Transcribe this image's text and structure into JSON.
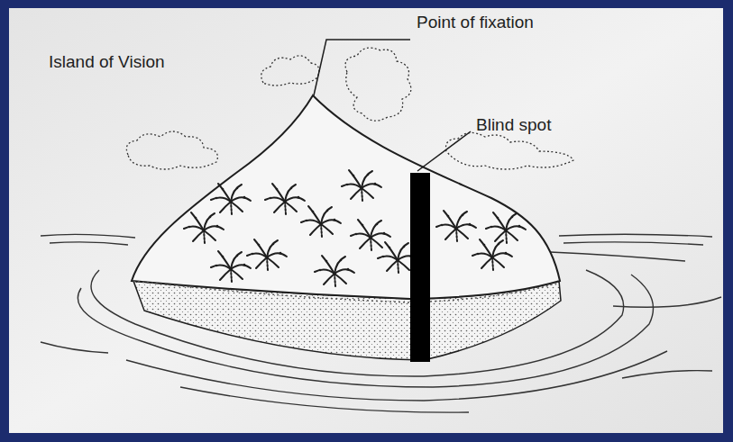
{
  "diagram": {
    "title": "Island of Vision",
    "labels": [
      "Point of fixation",
      "Blind spot"
    ]
  }
}
